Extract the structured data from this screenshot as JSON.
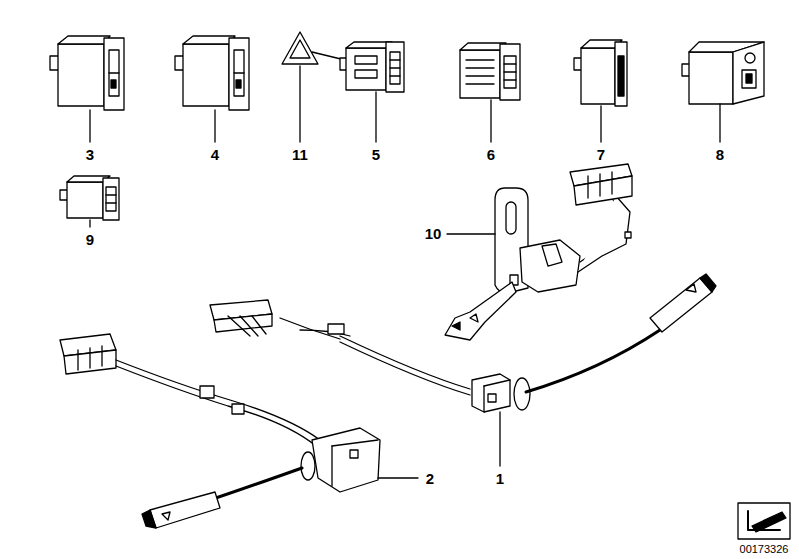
{
  "diagram": {
    "labels": [
      "3",
      "4",
      "11",
      "5",
      "6",
      "7",
      "8",
      "9",
      "10",
      "2",
      "1",
      "00173326"
    ]
  }
}
